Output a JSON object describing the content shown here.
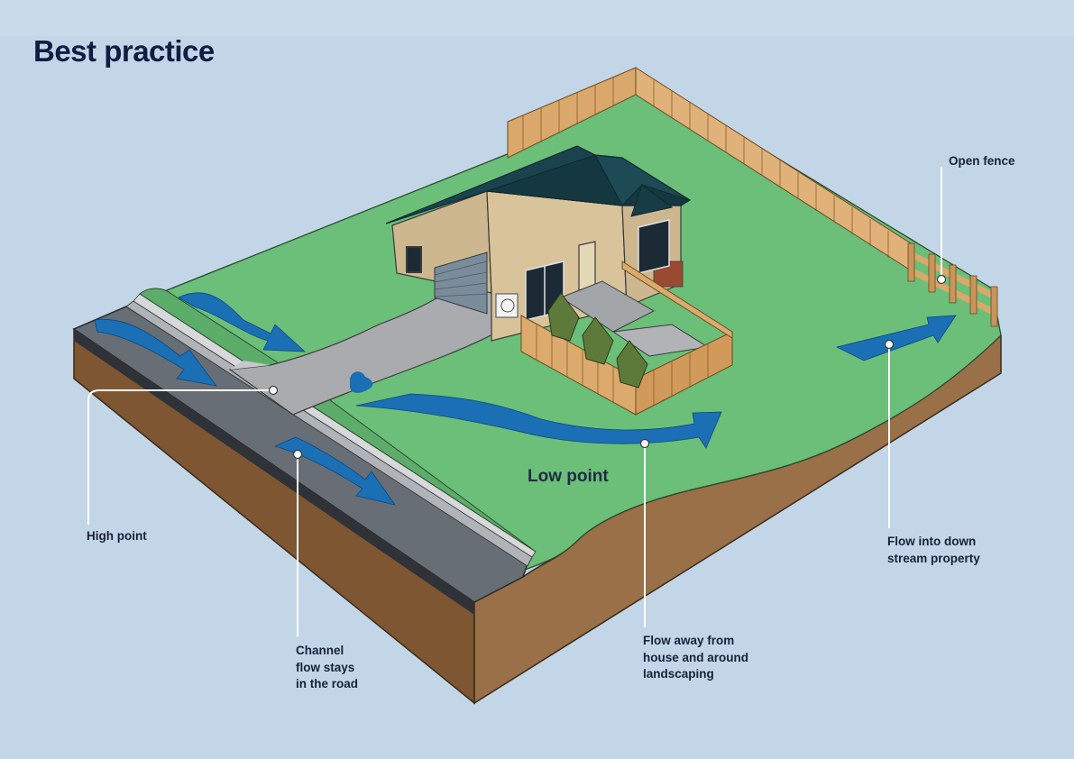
{
  "title": "Best practice",
  "labels": {
    "high_point": "High point",
    "channel_flow": "Channel\nflow stays\nin the road",
    "low_point": "Low point",
    "flow_away": "Flow away from\nhouse and around\nlandscaping",
    "flow_into": "Flow into down\nstream property",
    "open_fence": "Open fence"
  },
  "colors": {
    "background": "#c3d6e7",
    "grass": "#6bbf78",
    "soil": "#976d45",
    "road": "#6b7177",
    "water": "#1a6fb5",
    "roof": "#183d47",
    "wall": "#cdb78f",
    "fence": "#d9a86a"
  },
  "icons": [
    "water-flow-arrow",
    "house",
    "fence",
    "shrub",
    "heat-pump-unit",
    "puddle"
  ]
}
